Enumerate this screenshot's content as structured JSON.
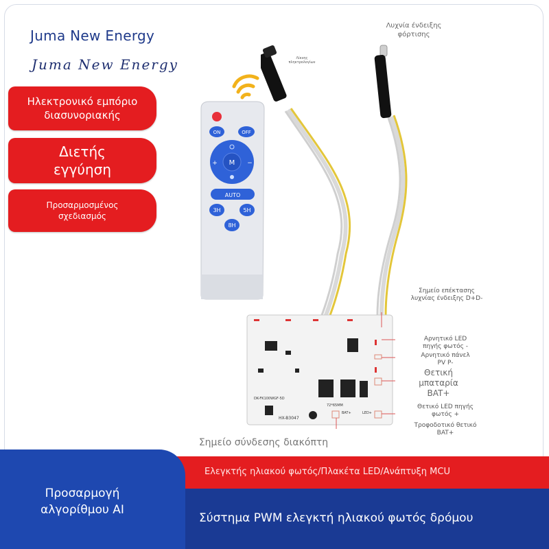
{
  "brand": {
    "name_sans": "Juma New Energy",
    "name_script": "Juma New Energy"
  },
  "badges": [
    {
      "line1": "Ηλεκτρονικό εμπόριο",
      "line2": "διασυνοριακής"
    },
    {
      "line1": "Διετής",
      "line2": "εγγύηση"
    },
    {
      "line1": "Προσαρμοσμένος",
      "line2": "σχεδιασμός"
    }
  ],
  "remote": {
    "power_color": "#e8303a",
    "button_color": "#2f62d8",
    "buttons": {
      "on": "ON",
      "off": "OFF",
      "plus": "+",
      "minus": "−",
      "m": "M",
      "auto": "AUTO",
      "h3": "3H",
      "h5": "5H",
      "h8": "8H"
    }
  },
  "annotations": {
    "charge_led_line1": "Λυχνία ένδειξης",
    "charge_led_line2": "φόρτισης",
    "top_small_line1": "Λίκνης",
    "top_small_line2": "πληκτρολογίων",
    "ext_point_line1": "Σημείο επέκτασης",
    "ext_point_line2": "λυχνίας ένδειξης D+D-",
    "led_neg_line1": "Αρνητικό LED",
    "led_neg_line2": "πηγής φωτός -",
    "pv_neg_line1": "Αρνητικό πάνελ",
    "pv_neg_line2": "PV P-",
    "bat_pos_line1": "Θετική",
    "bat_pos_line2": "μπαταρία",
    "bat_pos_line3": "BAT+",
    "led_pos_line1": "Θετικό LED πηγής",
    "led_pos_line2": "φωτός +",
    "supply_pos_line1": "Τροφοδοτικό θετικό",
    "supply_pos_line2": "BAT+",
    "switch_point": "Σημείο σύνδεσης διακόπτη"
  },
  "pcb": {
    "model": "HX-B3047",
    "part": "DK-FK100WGF-5D",
    "bat_label": "BAT+",
    "led_label": "LED+",
    "dim_label": "72*65MM"
  },
  "footer": {
    "red_bar": "Ελεγκτής ηλιακού φωτός/Πλακέτα LED/Ανάπτυξη MCU",
    "blue_bar": "Σύστημα PWM ελεγκτή ηλιακού φωτός δρόμου",
    "ai_line1": "Προσαρμογή",
    "ai_line2": "αλγορίθμου AI"
  }
}
